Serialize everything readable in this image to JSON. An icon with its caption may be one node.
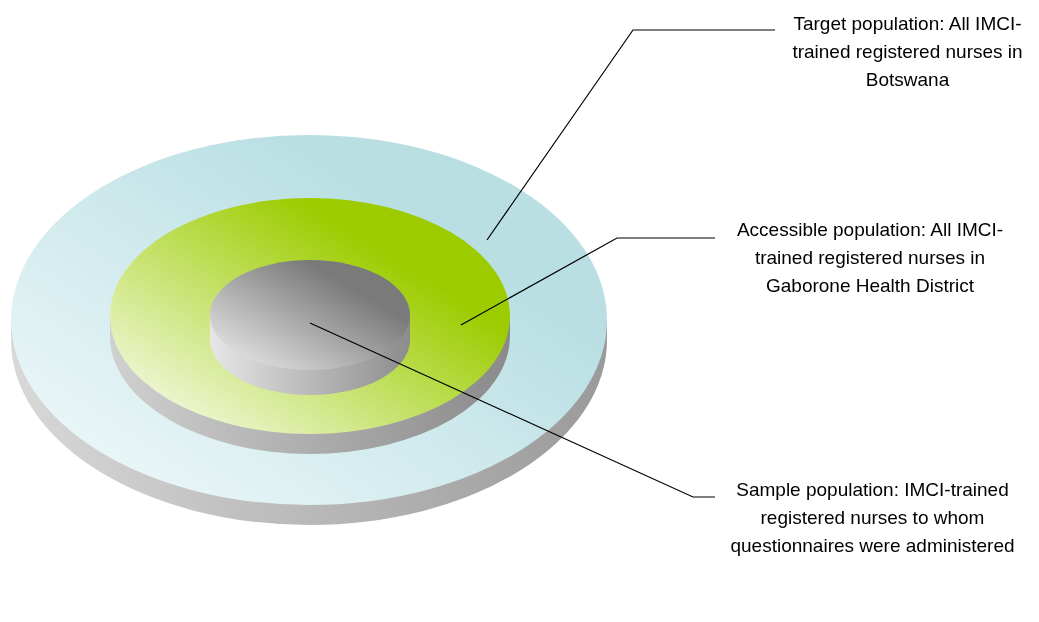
{
  "diagram": {
    "nodes": [
      {
        "text": [],
        "shape": "circle"
      },
      {
        "text": [],
        "shape": "circle",
        "in": 0
      },
      {
        "text": [],
        "shape": "circle",
        "in": 1
      },
      {
        "text": [
          "Target population: All IMCI-trained registered nurses in Botswana"
        ]
      },
      {
        "text": [
          "Accessible population: All IMCI-trained registered nurses in Gaborone Health District"
        ]
      },
      {
        "text": [
          "Sample population: IMCI-trained registered nurses to whom questionnaires were administered"
        ]
      }
    ],
    "edges": [
      {
        "from": 3,
        "to": 0,
        "arrow": "none"
      },
      {
        "from": 4,
        "to": 1,
        "arrow": "none"
      },
      {
        "from": 5,
        "to": 2,
        "arrow": "none"
      }
    ]
  }
}
